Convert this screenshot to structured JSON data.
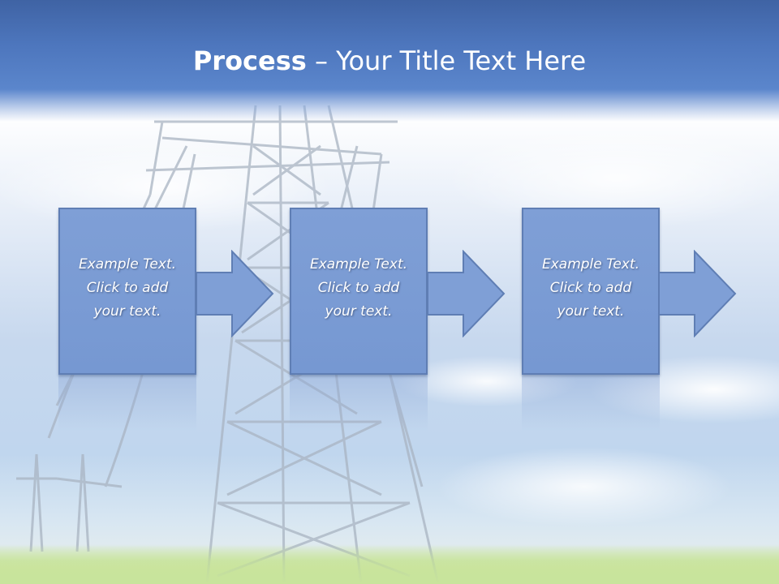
{
  "slide": {
    "title_bold": "Process",
    "title_rest": " – Your Title Text Here"
  },
  "steps": [
    {
      "line1": "Example Text.",
      "line2": "Click  to add",
      "line3": "your text."
    },
    {
      "line1": "Example Text.",
      "line2": "Click  to add",
      "line3": "your text."
    },
    {
      "line1": "Example Text.",
      "line2": "Click  to add",
      "line3": "your text."
    }
  ],
  "colors": {
    "title_band": "#4d76bd",
    "box_fill": "#7f9fd6",
    "box_border": "#5f7eb4",
    "text": "#ffffff"
  },
  "icons": {
    "arrow": "right-arrow-icon",
    "background": "power-transmission-tower"
  }
}
